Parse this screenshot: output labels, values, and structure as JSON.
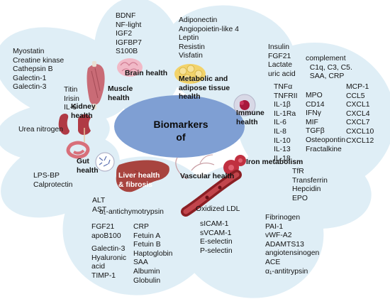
{
  "center": {
    "title": "Biomarkers\nof"
  },
  "colors": {
    "petal": "#dfeef6",
    "center": "#7f9fd3",
    "muscle": "#c96b76",
    "kidney": "#b03a45",
    "liver": "#a8443f",
    "vessel": "#8b1f24",
    "brain": "#f1b9c7",
    "adipose": "#f2d36b",
    "immune": "#d8d8e6",
    "iron": "#c03040",
    "gut": "#d86f7a"
  },
  "icons": {
    "muscle": "muscle-icon",
    "brain": "brain-icon",
    "adipose": "adipose-tissue-icon",
    "immune": "immune-cell-icon",
    "iron": "red-blood-cell-icon",
    "vascular": "blood-vessel-icon",
    "liver": "liver-icon",
    "gut": "intestine-icon",
    "kidney": "kidney-icon"
  },
  "sections": {
    "muscle": {
      "title": "Muscle\nhealth",
      "list1": "Myostatin\nCreatine kinase\nCathepsin B\nGalectin-1\nGalectin-3",
      "list2": "Titin\nIrisin\nIL-6"
    },
    "brain": {
      "title": "Brain health",
      "list": "BDNF\nNF-light\nIGF2\nIGFBP7\nS100B"
    },
    "metabolic": {
      "title": "Metabolic and\nadipose tissue\nhealth",
      "list1": "Adiponectin\nAngiopoietin-like 4\nLeptin\nResistin\nVisfatin",
      "list2": "Insulin\nFGF21\nLactate\nuric acid"
    },
    "immune": {
      "title": "Immune\nhealth",
      "list1": "TNFα\nTNFRII\nIL-1β\nIL-1Ra\nIL-6\nIL-8\nIL-10\nIL-13\nIL-18",
      "complement": "complement\n  C1q, C3, C5.\n  SAA, CRP",
      "list2": "MPO\nCD14\nIFNγ\nMIF\nTGFβ\nOsteopontin\nFractalkine",
      "list3": "MCP-1\nCCL5\nCXCL1\nCXCL4\nCXCL7\nCXCL10\nCXCL12"
    },
    "kidney": {
      "title": "Kidney\nhealth",
      "list": "Urea nitrogen"
    },
    "gut": {
      "title": "Gut\nhealth",
      "list": "LPS-BP\nCalprotectin"
    },
    "iron": {
      "title": "Iron metabolism",
      "list": "TfR\nTransferrin\nHepcidin\nEPO"
    },
    "liver": {
      "title": "Liver health\n& fibrosis",
      "list1": "ALT\nAST",
      "antichymo": "α₁-antichymotrypsin",
      "list2": "FGF21\napoB100",
      "list3": "Galectin-3\nHyaluronic\nacid\nTIMP-1",
      "list4": "CRP\nFetuin A\nFetuin B\nHaptoglobin\nSAA\nAlbumin\nGlobulin"
    },
    "vascular": {
      "title": "Vascular health",
      "oxldl": "Oxidized LDL",
      "list1": "sICAM-1\nsVCAM-1\nE-selectin\nP-selectin",
      "list2": "Fibrinogen\nPAI-1\nvWF-A2\nADAMTS13\nangiotensinogen\nACE\nα₁-antitrypsin"
    }
  }
}
